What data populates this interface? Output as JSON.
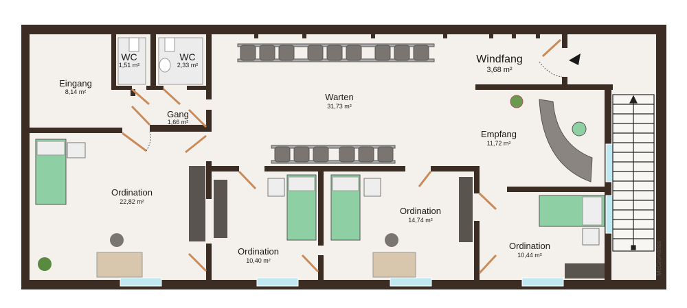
{
  "rooms": {
    "wc1": {
      "name": "WC",
      "area": "1,51 m²"
    },
    "wc2": {
      "name": "WC",
      "area": "2,33 m²"
    },
    "eingang": {
      "name": "Eingang",
      "area": "8,14 m²"
    },
    "gang": {
      "name": "Gang",
      "area": "1,66 m²"
    },
    "warten": {
      "name": "Warten",
      "area": "31,73 m²"
    },
    "windfang": {
      "name": "Windfang",
      "area": "3,68 m²"
    },
    "empfang": {
      "name": "Empfang",
      "area": "11,72 m²"
    },
    "ordination_left": {
      "name": "Ordination",
      "area": "22,82 m²"
    },
    "ordination_mid1": {
      "name": "Ordination",
      "area": "10,40 m²"
    },
    "ordination_mid2": {
      "name": "Ordination",
      "area": "14,74 m²"
    },
    "ordination_right": {
      "name": "Ordination",
      "area": "10,44 m²"
    }
  },
  "watermark": "McGrundriss",
  "colors": {
    "wall": "#3b2c24",
    "floor": "#f4f1ec",
    "bed": "#8ecfa3",
    "sofa": "#5a544f",
    "chair": "#7a7570",
    "desk": "#d9c7ad",
    "window": "#bfe8f0",
    "door": "#c98b5a"
  }
}
